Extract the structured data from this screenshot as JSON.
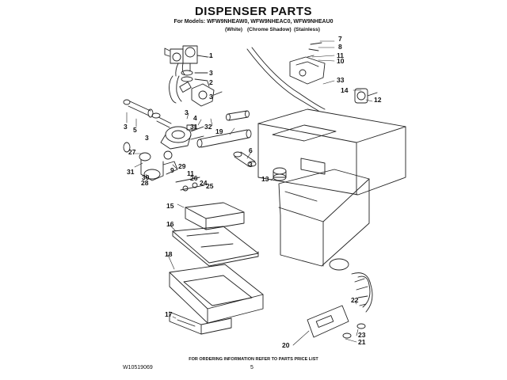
{
  "header": {
    "title": "DISPENSER PARTS",
    "models": "For Models: WFW9NHEAW0, WFW9NHEAC0, WFW9NHEAU0",
    "variants": [
      "(White)",
      "(Chrome Shadow)",
      "(Stainless)"
    ]
  },
  "footer": {
    "order_note": "FOR ORDERING INFORMATION REFER TO PARTS PRICE LIST",
    "doc_id": "W10519069",
    "page": "5"
  },
  "callouts": {
    "c1": "1",
    "c2": "2",
    "c3a": "3",
    "c3b": "3",
    "c3c": "3",
    "c3d": "3",
    "c3e": "3",
    "c3f": "3",
    "c4": "4",
    "c5": "5",
    "c6": "6",
    "c7": "7",
    "c8": "8",
    "c9": "9",
    "c10": "10",
    "c11": "11",
    "c12": "12",
    "c13": "13",
    "c14": "14",
    "c15": "15",
    "c16": "16",
    "c17": "17",
    "c18": "18",
    "c19": "19",
    "c20": "20",
    "c21": "21",
    "c22": "22",
    "c23": "23",
    "c24": "24",
    "c25": "25",
    "c26": "26",
    "c27": "27",
    "c28": "28",
    "c29": "29",
    "c30": "30",
    "c31a": "31",
    "c31b": "31",
    "c32": "32",
    "c33": "33"
  }
}
